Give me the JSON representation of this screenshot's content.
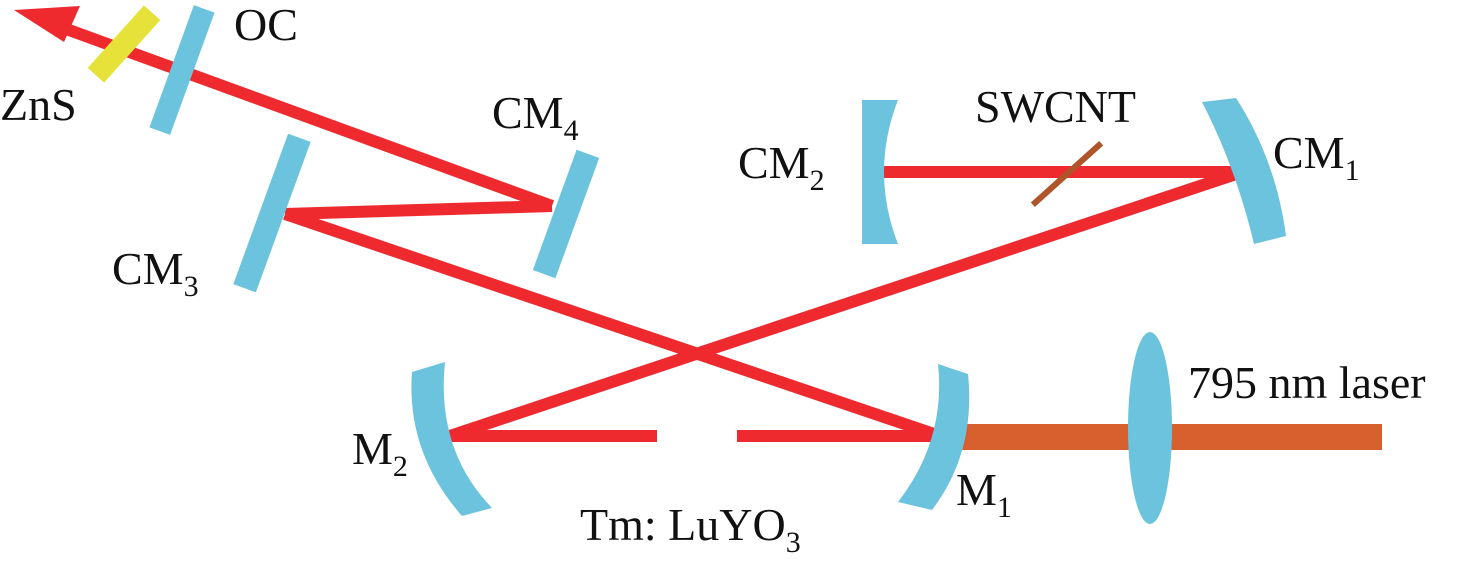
{
  "colors": {
    "beam": "#ee2a2f",
    "pump": "#d8602f",
    "optic": "#6cc3dd",
    "zns": "#e6e23a",
    "swcnt": "#b0542a",
    "text": "#111111"
  },
  "labels": {
    "oc": "OC",
    "zns": "ZnS",
    "cm4": {
      "main": "CM",
      "sub": "4"
    },
    "cm3": {
      "main": "CM",
      "sub": "3"
    },
    "cm2": {
      "main": "CM",
      "sub": "2"
    },
    "cm1": {
      "main": "CM",
      "sub": "1"
    },
    "swcnt": "SWCNT",
    "m2": {
      "main": "M",
      "sub": "2"
    },
    "m1": {
      "main": "M",
      "sub": "1"
    },
    "crystal": {
      "main": "Tm: LuYO",
      "sub": "3"
    },
    "pump": "795 nm laser"
  }
}
